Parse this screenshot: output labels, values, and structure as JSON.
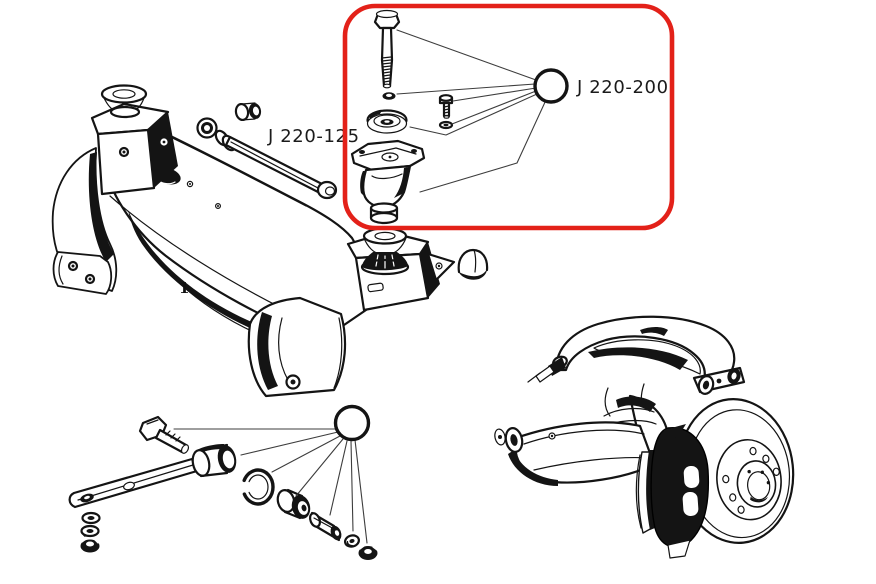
{
  "diagram": {
    "type": "spare-parts-catalog-figure",
    "background": "#ffffff",
    "ink_color": "#141414",
    "leader_line_color": "#3d3d3d",
    "highlight_box_color": "#e32119",
    "labels": {
      "item1": "1",
      "tie_rod": "J 220-125",
      "mount_kit": "J 220-200"
    },
    "figures": [
      {
        "name": "subframe-crossmember",
        "item_number": "1"
      },
      {
        "name": "tie-rod-link",
        "part_number": "J 220-125"
      },
      {
        "name": "engine-mount-kit-exploded",
        "part_number": "J 220-200",
        "highlighted": true
      },
      {
        "name": "dome-cap"
      },
      {
        "name": "bracket-bushing-kit-exploded"
      },
      {
        "name": "front-suspension-assembly"
      }
    ]
  }
}
